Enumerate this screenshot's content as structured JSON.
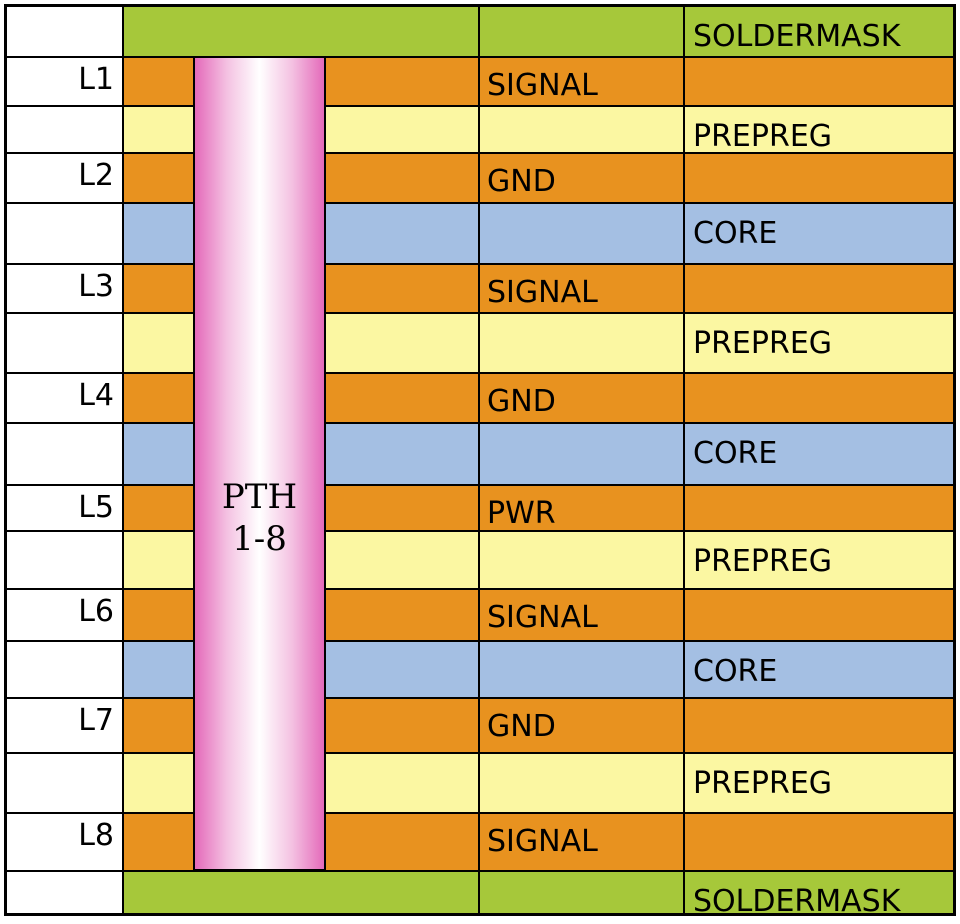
{
  "colors": {
    "soldermask": "#a6c83a",
    "copper": "#e8921f",
    "prepreg": "#fbf7a2",
    "core": "#a4bfe3",
    "via_edge": "#e46aba"
  },
  "stackup": [
    {
      "layer": "",
      "function": "",
      "material": "SOLDERMASK",
      "kind": "soldermask"
    },
    {
      "layer": "L1",
      "function": "SIGNAL",
      "material": "",
      "kind": "copper"
    },
    {
      "layer": "",
      "function": "",
      "material": "PREPREG",
      "kind": "prepreg"
    },
    {
      "layer": "L2",
      "function": "GND",
      "material": "",
      "kind": "copper"
    },
    {
      "layer": "",
      "function": "",
      "material": "CORE",
      "kind": "core"
    },
    {
      "layer": "L3",
      "function": "SIGNAL",
      "material": "",
      "kind": "copper"
    },
    {
      "layer": "",
      "function": "",
      "material": "PREPREG",
      "kind": "prepreg"
    },
    {
      "layer": "L4",
      "function": "GND",
      "material": "",
      "kind": "copper"
    },
    {
      "layer": "",
      "function": "",
      "material": "CORE",
      "kind": "core"
    },
    {
      "layer": "L5",
      "function": "PWR",
      "material": "",
      "kind": "copper"
    },
    {
      "layer": "",
      "function": "",
      "material": "PREPREG",
      "kind": "prepreg"
    },
    {
      "layer": "L6",
      "function": "SIGNAL",
      "material": "",
      "kind": "copper"
    },
    {
      "layer": "",
      "function": "",
      "material": "CORE",
      "kind": "core"
    },
    {
      "layer": "L7",
      "function": "GND",
      "material": "",
      "kind": "copper"
    },
    {
      "layer": "",
      "function": "",
      "material": "PREPREG",
      "kind": "prepreg"
    },
    {
      "layer": "L8",
      "function": "SIGNAL",
      "material": "",
      "kind": "copper"
    },
    {
      "layer": "",
      "function": "",
      "material": "SOLDERMASK",
      "kind": "soldermask"
    }
  ],
  "via": {
    "line1": "PTH",
    "line2": "1-8"
  }
}
